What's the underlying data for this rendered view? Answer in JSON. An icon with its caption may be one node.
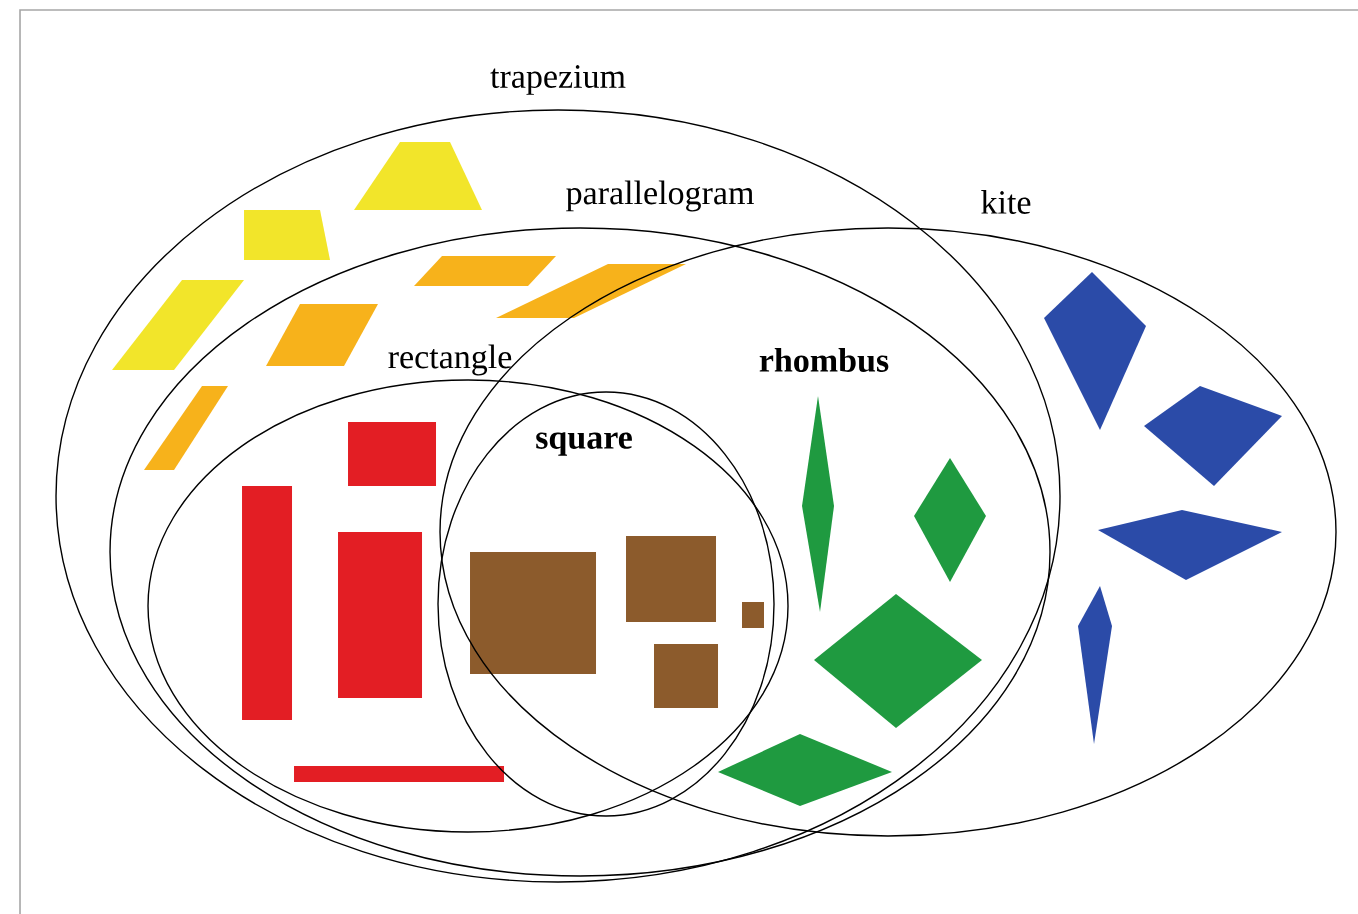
{
  "diagram": {
    "nodes": [
      {
        "text": [
          "trapezium"
        ]
      },
      {
        "text": [
          "parallelogram"
        ],
        "in": 0
      },
      {
        "text": [
          "kite"
        ]
      },
      {
        "text": [
          "rectangle"
        ],
        "in": 1
      },
      {
        "text": [
          "square"
        ]
      }
    ],
    "labels": [
      "rhombus"
    ]
  }
}
